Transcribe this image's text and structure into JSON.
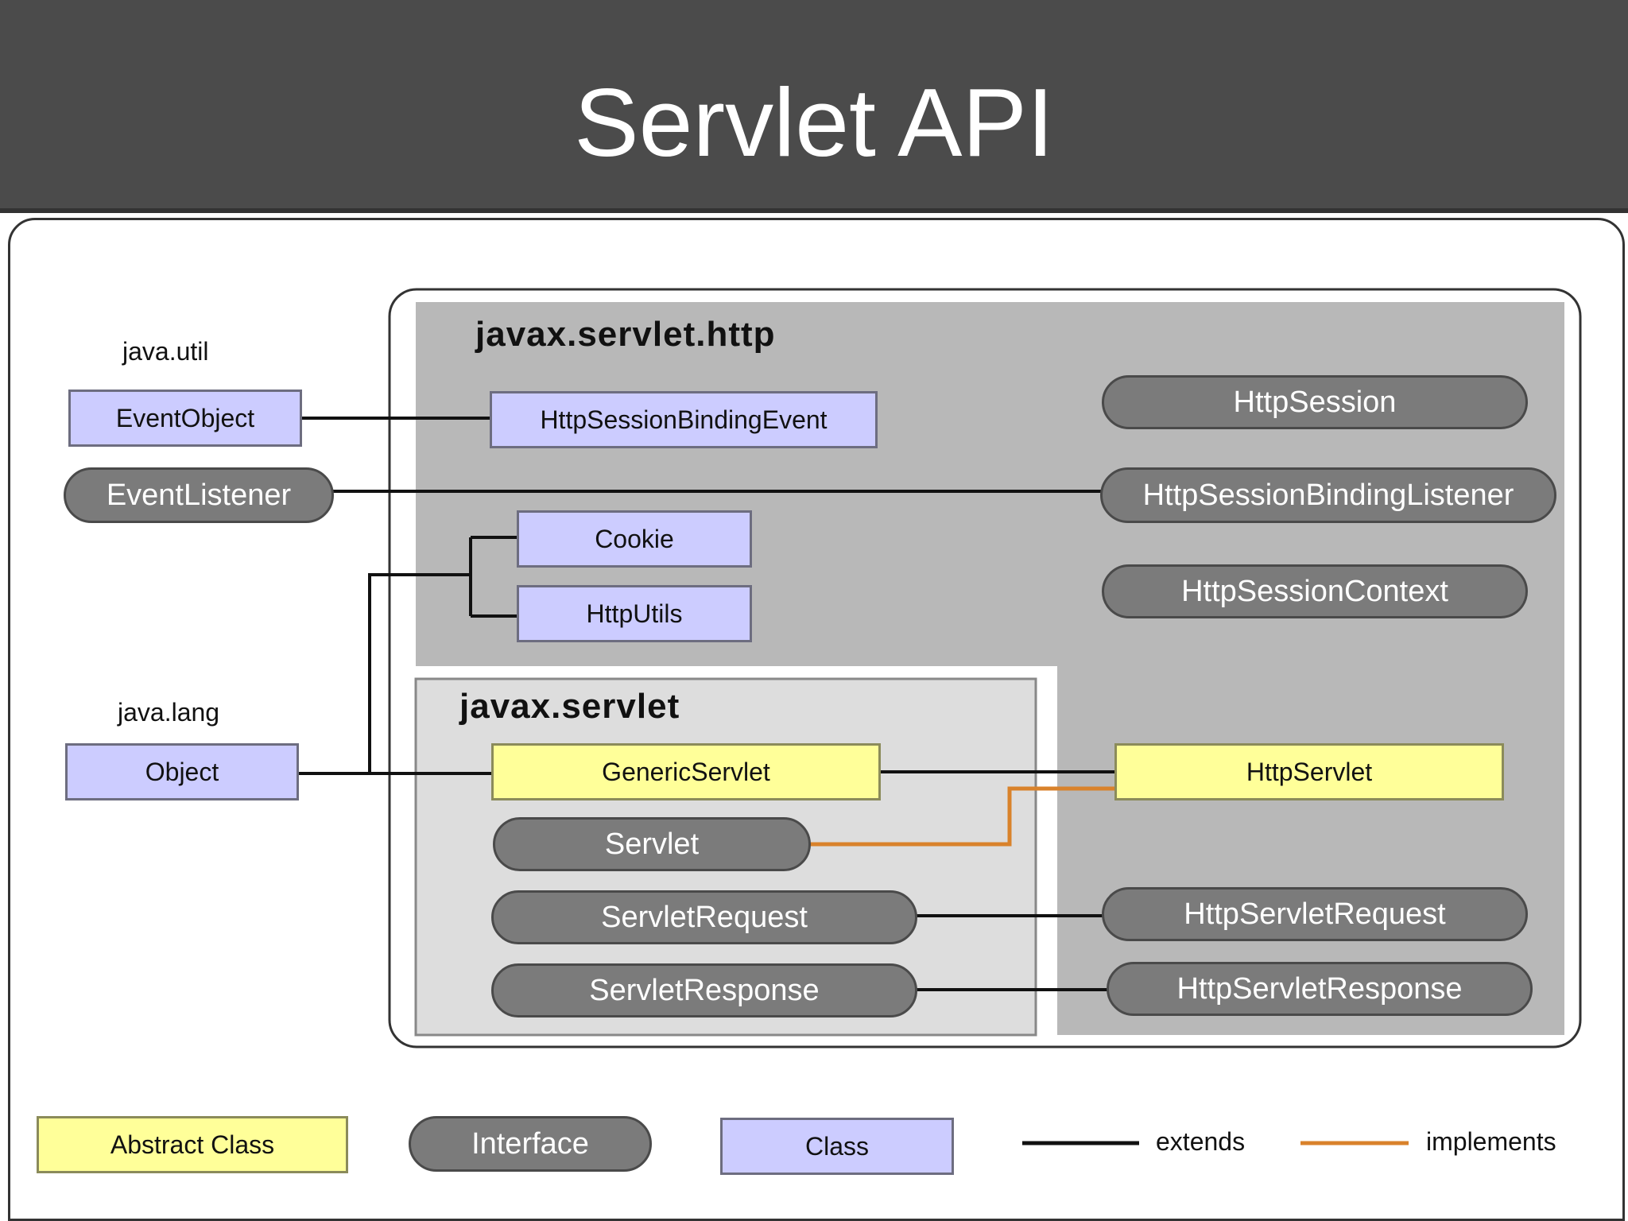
{
  "slide": {
    "title": "Servlet API"
  },
  "packages": {
    "java_util": "java.util",
    "java_lang": "java.lang",
    "http": "javax.servlet.http",
    "servlet": "javax.servlet"
  },
  "nodes": {
    "event_object": "EventObject",
    "event_listener": "EventListener",
    "object": "Object",
    "http_session_binding_event": "HttpSessionBindingEvent",
    "cookie": "Cookie",
    "http_utils": "HttpUtils",
    "http_session": "HttpSession",
    "http_session_binding_listener": "HttpSessionBindingListener",
    "http_session_context": "HttpSessionContext",
    "generic_servlet": "GenericServlet",
    "servlet": "Servlet",
    "servlet_request": "ServletRequest",
    "servlet_response": "ServletResponse",
    "http_servlet": "HttpServlet",
    "http_servlet_request": "HttpServletRequest",
    "http_servlet_response": "HttpServletResponse"
  },
  "legend": {
    "abstract_class": "Abstract Class",
    "interface": "Interface",
    "class": "Class",
    "extends": "extends",
    "implements": "implements"
  },
  "colors": {
    "header": "#4b4b4b",
    "class_fill": "#ccccff",
    "abstract_fill": "#ffff99",
    "interface_fill": "#7b7b7b",
    "http_package_bg": "#b8b8b8",
    "servlet_package_bg": "#dddddd",
    "extends_line": "#111111",
    "implements_line": "#d9822b"
  }
}
